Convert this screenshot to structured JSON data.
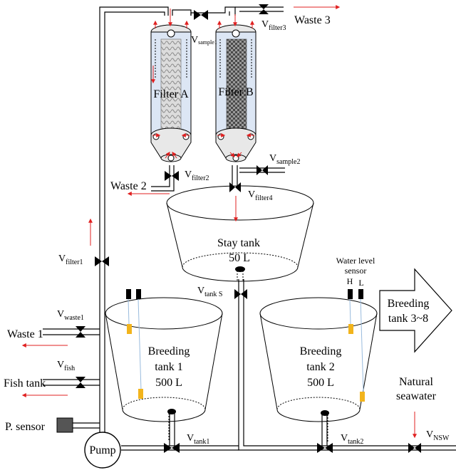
{
  "labels": {
    "filter_a": "Filter A",
    "filter_b": "Filter B",
    "stay_tank": "Stay tank",
    "stay_volume": "50 L",
    "breeding1_l1": "Breeding",
    "breeding1_l2": "tank 1",
    "breeding1_l3": "500 L",
    "breeding2_l1": "Breeding",
    "breeding2_l2": "tank 2",
    "breeding2_l3": "500 L",
    "breeding38_l1": "Breeding",
    "breeding38_l2": "tank 3~8",
    "waste1": "Waste 1",
    "waste2": "Waste 2",
    "waste3": "Waste 3",
    "fish_tank": "Fish tank",
    "p_sensor": "P. sensor",
    "pump": "Pump",
    "natural_l1": "Natural",
    "natural_l2": "seawater",
    "level_l1": "Water level",
    "level_l2": "sensor",
    "level_h": "H",
    "level_l": "L"
  },
  "valves": {
    "v": "V",
    "filter1": "filter1",
    "filter2": "filter2",
    "filter3": "filter3",
    "filter4": "filter4",
    "sample1": "sample1",
    "sample2": "sample2",
    "waste1": "waste1",
    "fish": "fish",
    "tank_s": "tank S",
    "tank1": "tank1",
    "tank2": "tank2",
    "nsw": "NSW"
  },
  "colors": {
    "pipe": "#000000",
    "flow_arrow": "#e02020",
    "sensor": "#f2b41c",
    "filter_body": "#dce6f4",
    "filter_a_media": "#b8b8b8",
    "filter_b_media": "#6a6a6a",
    "p_sensor": "#555555"
  },
  "icons": {
    "valve": "bowtie-valve-icon",
    "flow": "arrow-icon"
  }
}
